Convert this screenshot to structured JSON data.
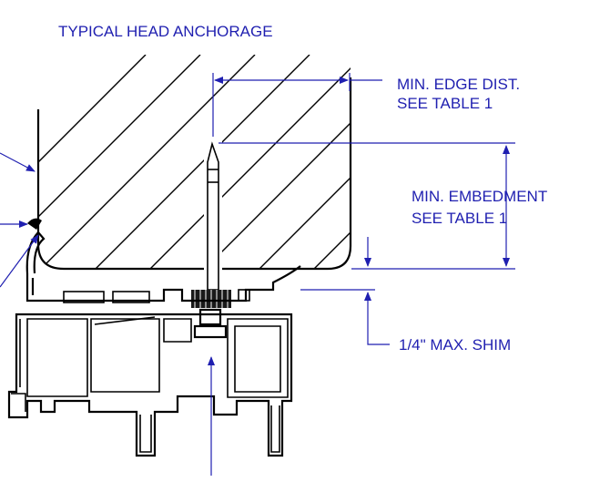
{
  "title": "TYPICAL HEAD ANCHORAGE",
  "callouts": {
    "edge_line1": "MIN. EDGE DIST.",
    "edge_line2": "SEE TABLE 1",
    "embed_line1": "MIN. EMBEDMENT",
    "embed_line2": "SEE TABLE 1",
    "shim": "1/4\"  MAX. SHIM"
  },
  "colors": {
    "annotation": "#1f1fb0",
    "linework": "#000000"
  }
}
